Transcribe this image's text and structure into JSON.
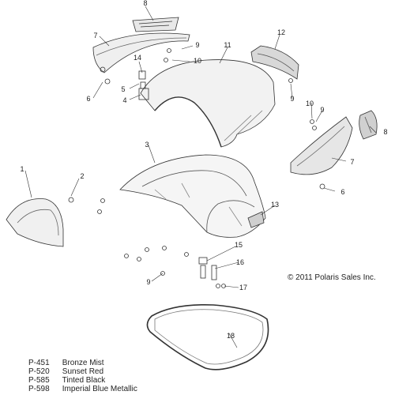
{
  "callouts": [
    "1",
    "2",
    "3",
    "4",
    "5",
    "6",
    "7",
    "8",
    "9",
    "10",
    "11",
    "12",
    "13",
    "14",
    "15",
    "16",
    "17",
    "18"
  ],
  "copyright": "© 2011 Polaris Sales Inc.",
  "legend": [
    {
      "code": "P-451",
      "name": "Bronze Mist"
    },
    {
      "code": "P-520",
      "name": "Sunset Red"
    },
    {
      "code": "P-585",
      "name": "Tinted Black"
    },
    {
      "code": "P-598",
      "name": "Imperial Blue Metallic"
    }
  ]
}
